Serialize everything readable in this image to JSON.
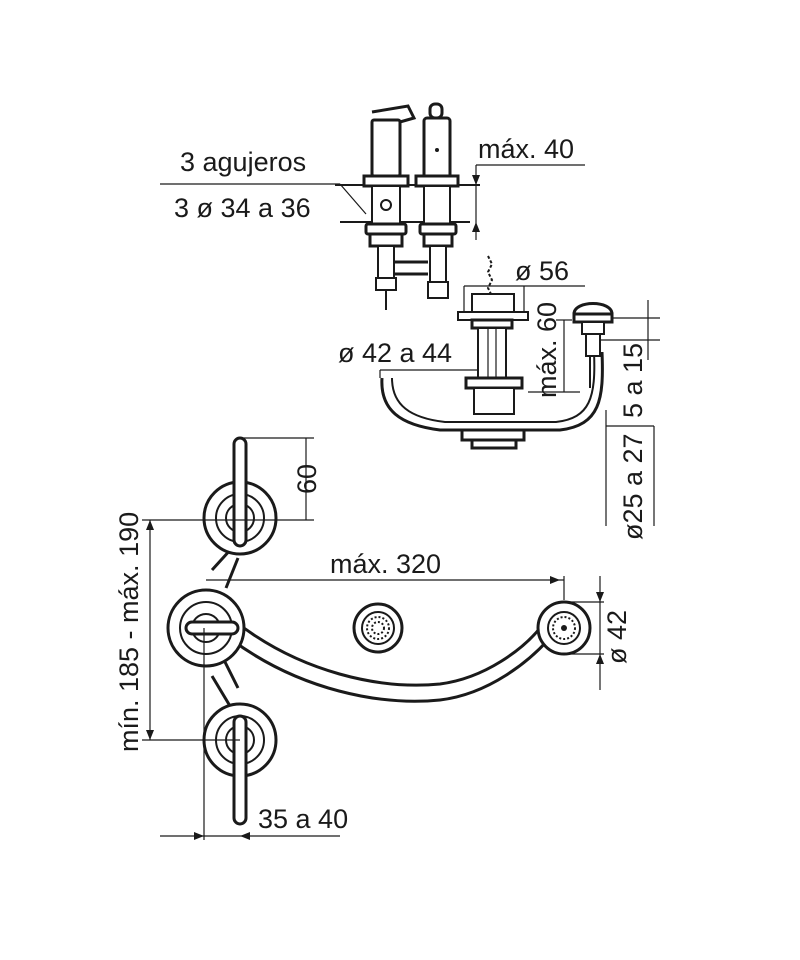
{
  "labels": {
    "holes_count": "3 agujeros",
    "holes_diameter": "3 ø 34 a 36",
    "max_40": "máx. 40",
    "diam_56": "ø 56",
    "max_60": "máx. 60",
    "diam_42_44": "ø 42 a 44",
    "range_5_15": "5 a 15",
    "diam_25_27": "ø25 a 27",
    "dim_60": "60",
    "min_max_185_190": "mín. 185 - máx. 190",
    "max_320": "máx. 320",
    "diam_42": "ø 42",
    "range_35_40": "35 a 40"
  },
  "colors": {
    "line": "#1a1a1a",
    "background": "#ffffff"
  }
}
